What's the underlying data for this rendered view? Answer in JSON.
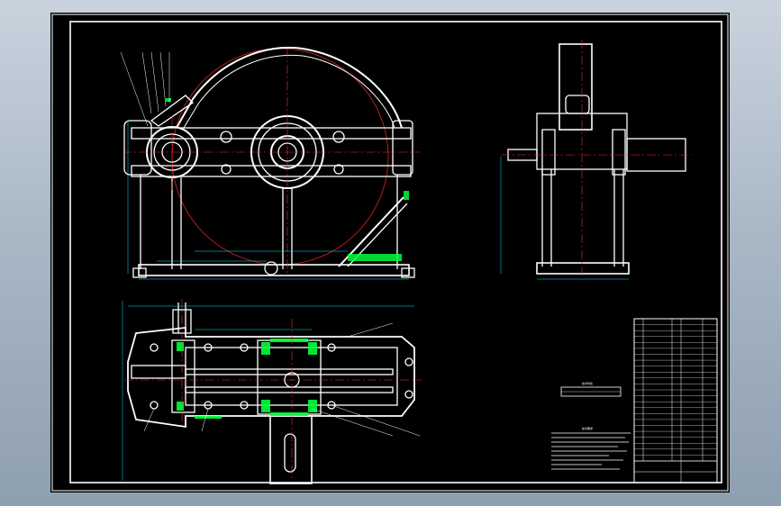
{
  "viewer": {
    "background_top": "#c9d3de",
    "background_bottom": "#8e9fb0"
  },
  "drawing": {
    "sheet_color": "#000000",
    "line_color": "#ffffff",
    "center_line_color": "#ff2a2a",
    "dimension_color": "#00e5ff",
    "section_color": "#00ff3c",
    "title_block_rows": 24,
    "views": [
      "front-elevation",
      "side-elevation",
      "plan-section"
    ],
    "note_heading": "技术要求",
    "spec_heading": "技术特性"
  }
}
